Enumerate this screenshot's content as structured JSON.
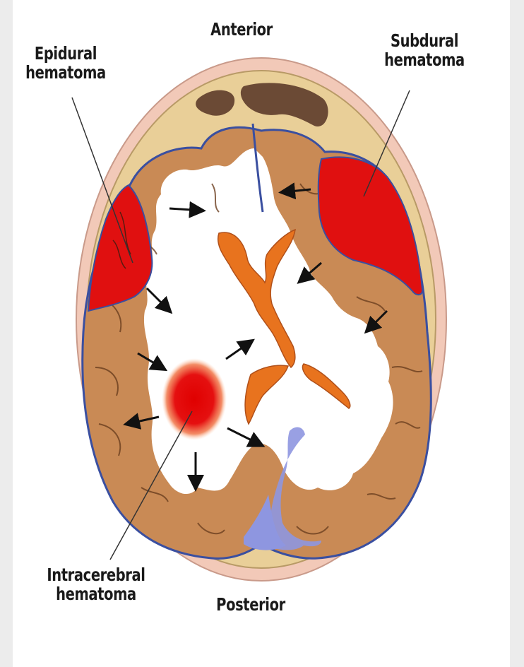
{
  "labels": {
    "anterior": "Anterior",
    "posterior": "Posterior",
    "epidural_line1": "Epidural",
    "epidural_line2": "hematoma",
    "subdural_line1": "Subdural",
    "subdural_line2": "hematoma",
    "intracerebral_line1": "Intracerebral",
    "intracerebral_line2": "hematoma"
  },
  "colors": {
    "skin": "#f2c9b8",
    "bone": "#e9cf98",
    "sinus": "#6b4a35",
    "brain": "#c98a55",
    "white_matter": "#ffffff",
    "hemorrhage": "#e01010",
    "ventricle": "#e8731e",
    "vessel": "#3a4fa0",
    "csf": "#8e96e0"
  }
}
